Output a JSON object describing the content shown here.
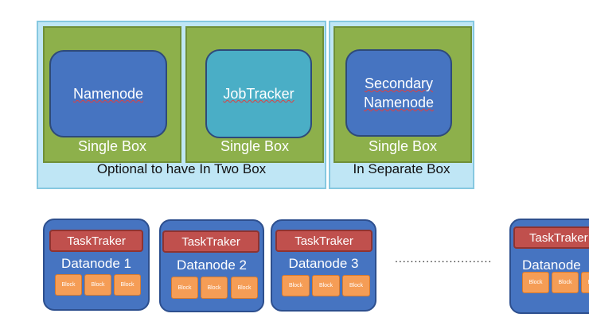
{
  "master_group": {
    "caption": "Optional to have In Two Box",
    "namenode": {
      "label": "Namenode",
      "box_caption": "Single Box"
    },
    "jobtracker": {
      "label": "JobTracker",
      "box_caption": "Single Box"
    }
  },
  "secondary_group": {
    "caption": "In Separate Box",
    "secondary_namenode": {
      "label_line1": "Secondary",
      "label_line2": "Namenode",
      "box_caption": "Single Box"
    }
  },
  "datanodes": [
    {
      "tasktracker": "TaskTraker",
      "label": "Datanode 1",
      "blocks": [
        "Block",
        "Block",
        "Block"
      ]
    },
    {
      "tasktracker": "TaskTraker",
      "label": "Datanode 2",
      "blocks": [
        "Block",
        "Block",
        "Block"
      ]
    },
    {
      "tasktracker": "TaskTraker",
      "label": "Datanode 3",
      "blocks": [
        "Block",
        "Block",
        "Block"
      ]
    },
    {
      "tasktracker": "TaskTraker",
      "label": "Datanode",
      "blocks": [
        "Block",
        "Block",
        "Block"
      ]
    }
  ],
  "ellipsis": "............................",
  "colors": {
    "outer_fill": "#bfe6f5",
    "green_fill": "#8db04b",
    "namenode_fill": "#4674c1",
    "jobtracker_fill": "#4aaec6",
    "tasktracker_fill": "#c0504d",
    "block_fill": "#f59d56"
  }
}
